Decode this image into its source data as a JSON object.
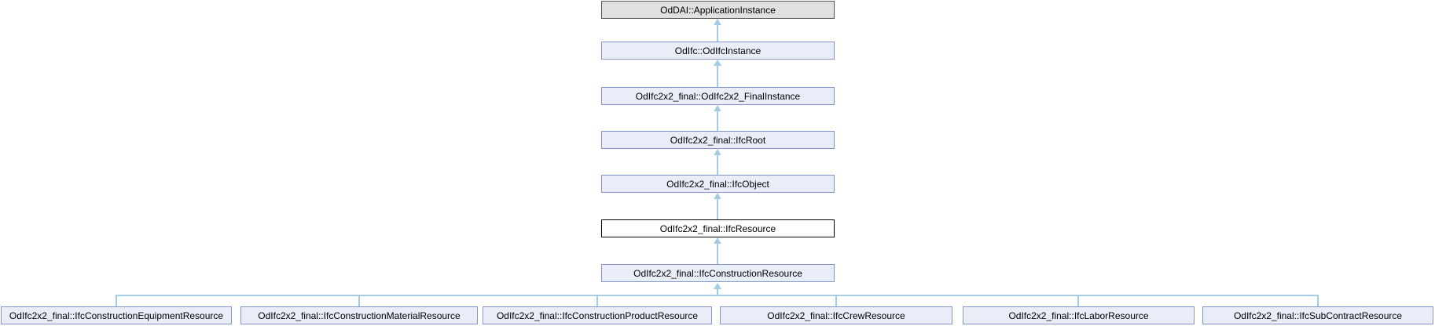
{
  "diagram": {
    "type": "class-inheritance-graph",
    "orientation": "base-at-top",
    "current_class": "OdIfc2x2_final::IfcResource"
  },
  "colors": {
    "node_fill": "#e8edf8",
    "node_border": "#8595c6",
    "external_fill": "#e0e0e0",
    "external_border": "#555555",
    "current_fill": "#ffffff",
    "current_border": "#000000",
    "edge": "#a2cbe4",
    "text": "#000000",
    "background": "#ffffff"
  },
  "chain": [
    {
      "label": "OdDAI::ApplicationInstance",
      "style": "external"
    },
    {
      "label": "OdIfc::OdIfcInstance",
      "style": "linked"
    },
    {
      "label": "OdIfc2x2_final::OdIfc2x2_FinalInstance",
      "style": "linked"
    },
    {
      "label": "OdIfc2x2_final::IfcRoot",
      "style": "linked"
    },
    {
      "label": "OdIfc2x2_final::IfcObject",
      "style": "linked"
    },
    {
      "label": "OdIfc2x2_final::IfcResource",
      "style": "current"
    },
    {
      "label": "OdIfc2x2_final::IfcConstructionResource",
      "style": "linked"
    }
  ],
  "derived": [
    {
      "label": "OdIfc2x2_final::IfcConstructionEquipmentResource"
    },
    {
      "label": "OdIfc2x2_final::IfcConstructionMaterialResource"
    },
    {
      "label": "OdIfc2x2_final::IfcConstructionProductResource"
    },
    {
      "label": "OdIfc2x2_final::IfcCrewResource"
    },
    {
      "label": "OdIfc2x2_final::IfcLaborResource"
    },
    {
      "label": "OdIfc2x2_final::IfcSubContractResource"
    }
  ]
}
